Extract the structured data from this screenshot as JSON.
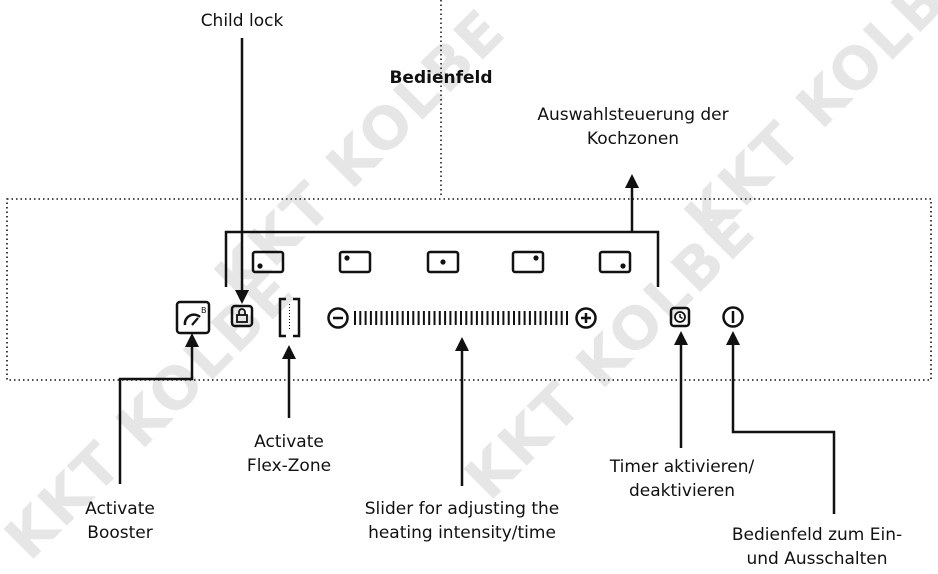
{
  "watermark": "KKT KOLBE",
  "panel_title": "Bedienfeld",
  "labels": {
    "child_lock": "Child lock",
    "zone_selection": "Auswahlsteuerung der\nKochzonen",
    "booster": "Activate\nBooster",
    "flex_zone": "Activate\nFlex-Zone",
    "slider": "Slider for adjusting the\nheating intensity/time",
    "timer": "Timer aktivieren/\ndeaktivieren",
    "power": "Bedienfeld zum Ein-\nund Ausschalten"
  },
  "icons": {
    "booster_letter": "B"
  }
}
